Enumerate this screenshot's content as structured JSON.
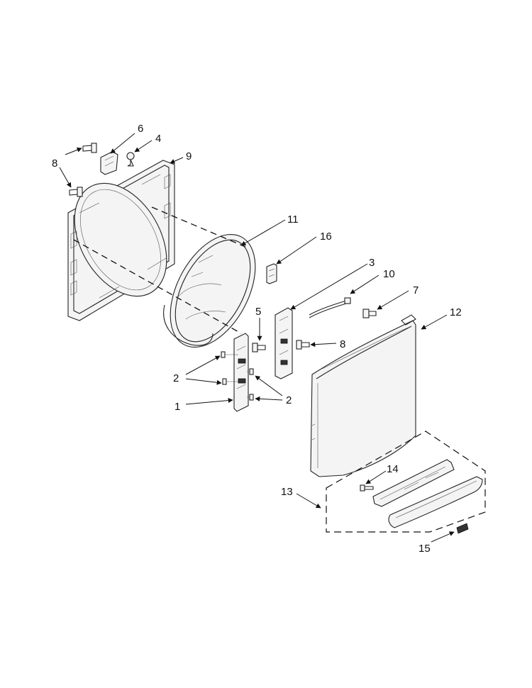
{
  "callouts": {
    "c1": "1",
    "c2a": "2",
    "c2b": "2",
    "c3": "3",
    "c4": "4",
    "c5": "5",
    "c6": "6",
    "c7": "7",
    "c8a": "8",
    "c8b": "8",
    "c9": "9",
    "c10": "10",
    "c11": "11",
    "c12": "12",
    "c13": "13",
    "c14": "14",
    "c15": "15",
    "c16": "16"
  },
  "colors": {
    "line": "#222222",
    "background": "#ffffff"
  }
}
